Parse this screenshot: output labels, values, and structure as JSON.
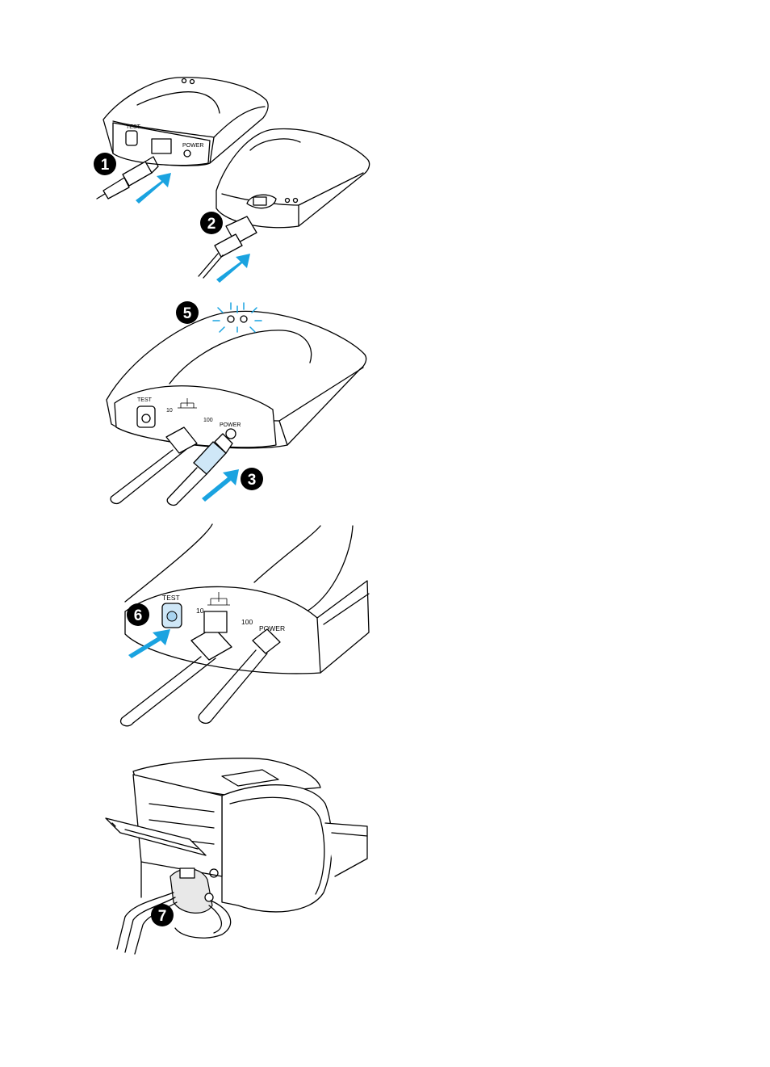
{
  "callouts": {
    "c1": "1",
    "c2": "2",
    "c3": "3",
    "c5": "5",
    "c6": "6",
    "c7": "7"
  },
  "panel1": {
    "test_label": "TEST",
    "power_label": "POWER"
  },
  "panel2": {
    "test_label": "TEST",
    "speed_10": "10",
    "speed_100": "100",
    "power_label": "POWER"
  },
  "panel3": {
    "test_label": "TEST",
    "speed_10": "10",
    "speed_100": "100",
    "power_label": "POWER"
  },
  "colors": {
    "arrow": "#1aa3e0",
    "light_blue": "#cfe7f7",
    "glow": "#1aa3e0"
  },
  "icons": {
    "network": "network-port-icon"
  }
}
